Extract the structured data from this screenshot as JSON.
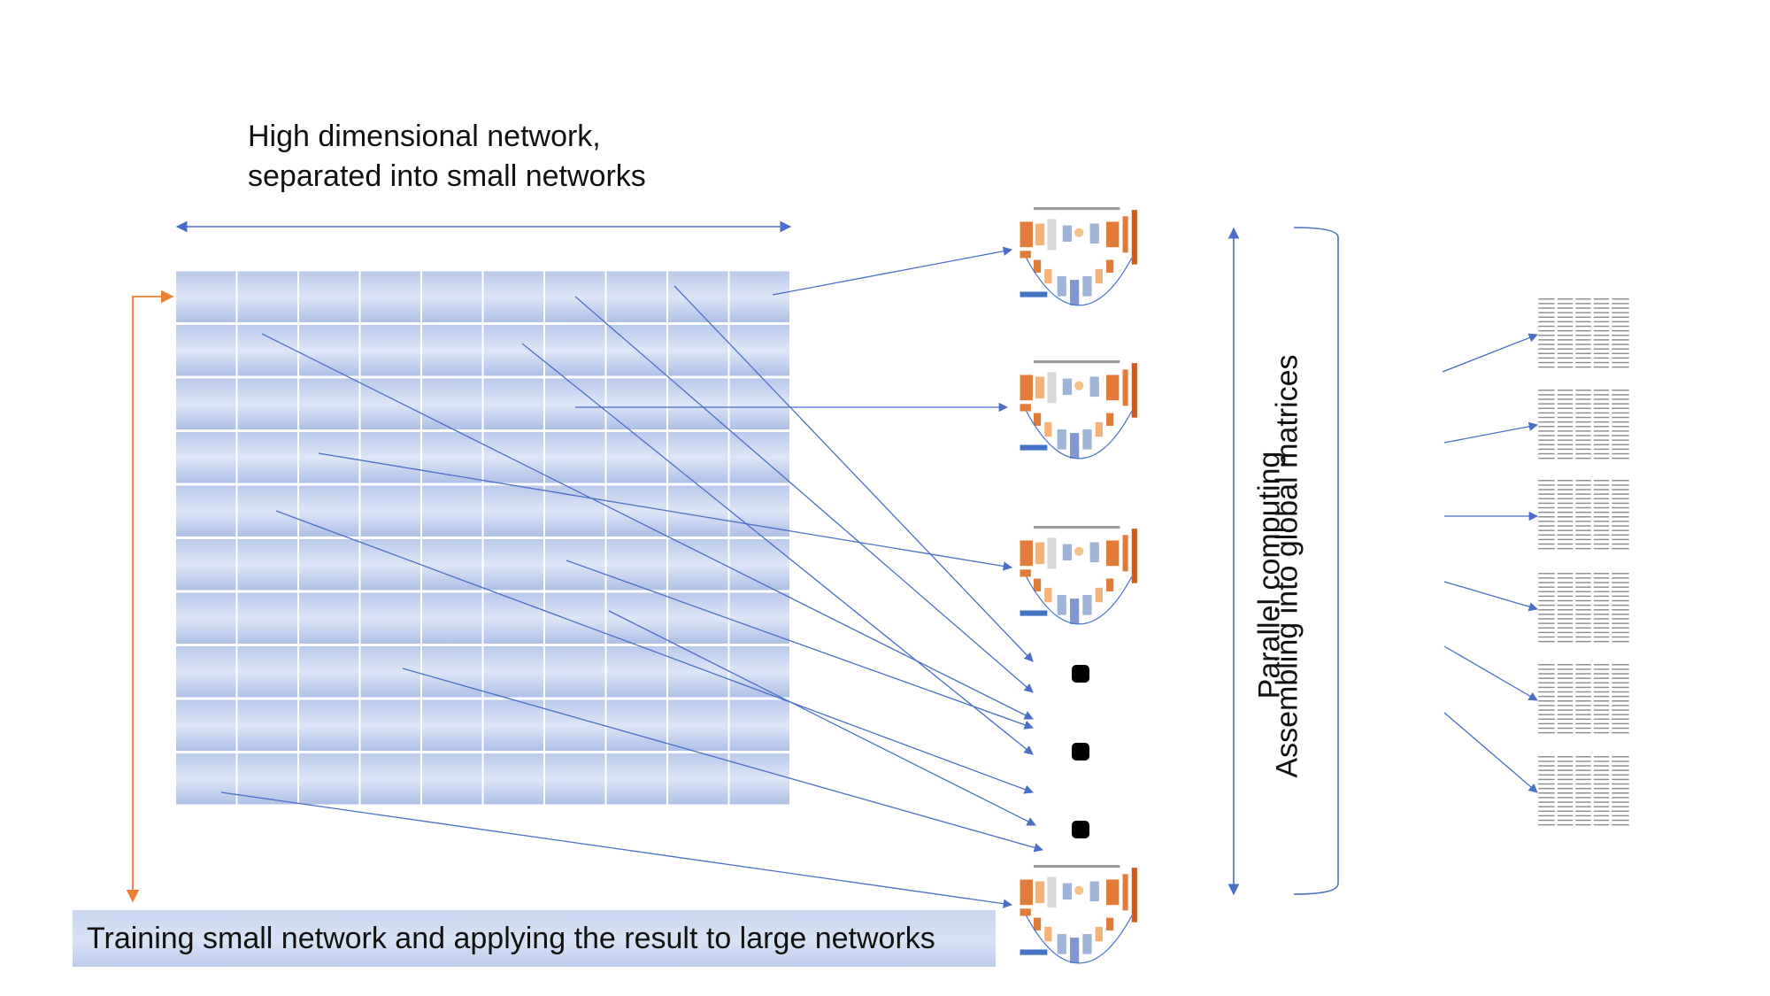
{
  "labels": {
    "title_line1": "High dimensional network,",
    "title_line2": "separated into small networks",
    "bottom_banner": "Training  small network and applying the result to large networks",
    "parallel": "Parallel computing",
    "assembling": "Assembling into global matrices"
  },
  "grid": {
    "rows": 10,
    "cols": 10
  },
  "colors": {
    "grid_cell_top": "#b9c9ea",
    "grid_cell_mid": "#dbe4f6",
    "grid_cell_bot": "#aec0e6",
    "arrow": "#4a6fc7",
    "orange": "#ed7d31",
    "text": "#111111"
  },
  "network_count": 4,
  "matrix_count": 6
}
